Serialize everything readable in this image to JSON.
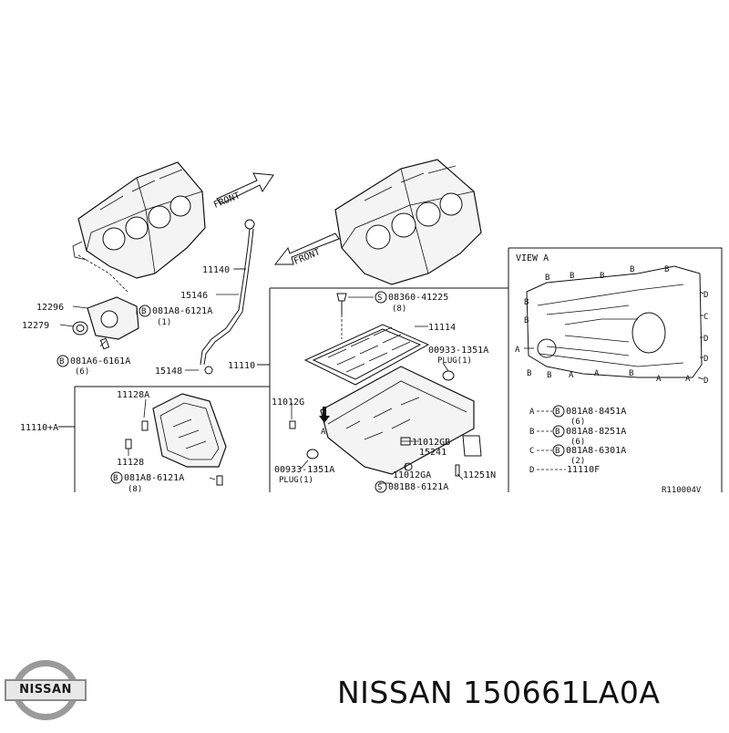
{
  "diagram": {
    "front_label_1": "FRONT",
    "front_label_2": "FRONT",
    "view_a_title": "VIEW A",
    "ref_code": "R110004V",
    "callouts": {
      "p11140": "11140",
      "p15146": "15146",
      "p15148": "15148",
      "p12296": "12296",
      "p12279": "12279",
      "p081A8_6121A_top": "081A8-6121A",
      "p081A8_6121A_top_qty": "(1)",
      "p081A6_6161A": "081A6-6161A",
      "p081A6_6161A_qty": "(6)",
      "p11110": "11110",
      "p08360_41225": "08360-41225",
      "p08360_41225_qty": "(8)",
      "p11114": "11114",
      "p00933_1351A_right": "00933-1351A",
      "plug_right": "PLUG(1)",
      "p11012G": "11012G",
      "p11012GB": "11012GB",
      "p15241": "15241",
      "p00933_1351A_left": "00933-1351A",
      "plug_left": "PLUG(1)",
      "p11012GA": "11012GA",
      "p11251N": "11251N",
      "p081B8_6121A": "081B8-6121A",
      "p11128A": "11128A",
      "p11110A": "11110+A",
      "p11128": "11128",
      "p081A8_6121A_bot": "081A8-6121A",
      "p081A8_6121A_bot_qty": "(8)"
    },
    "view_a_letters": {
      "a": "A",
      "b": "B",
      "c": "C",
      "d": "D"
    },
    "legend": [
      {
        "key": "A",
        "part": "081A8-8451A",
        "qty": "(6)"
      },
      {
        "key": "B",
        "part": "081A8-8251A",
        "qty": "(6)"
      },
      {
        "key": "C",
        "part": "081A8-6301A",
        "qty": "(2)"
      },
      {
        "key": "D",
        "part": "11110F",
        "qty": ""
      }
    ]
  },
  "footer": {
    "brand": "NISSAN",
    "part_number": "NISSAN 150661LA0A"
  },
  "colors": {
    "line": "#111111",
    "background": "#ffffff",
    "logo_metal": "#9a9a9a"
  }
}
